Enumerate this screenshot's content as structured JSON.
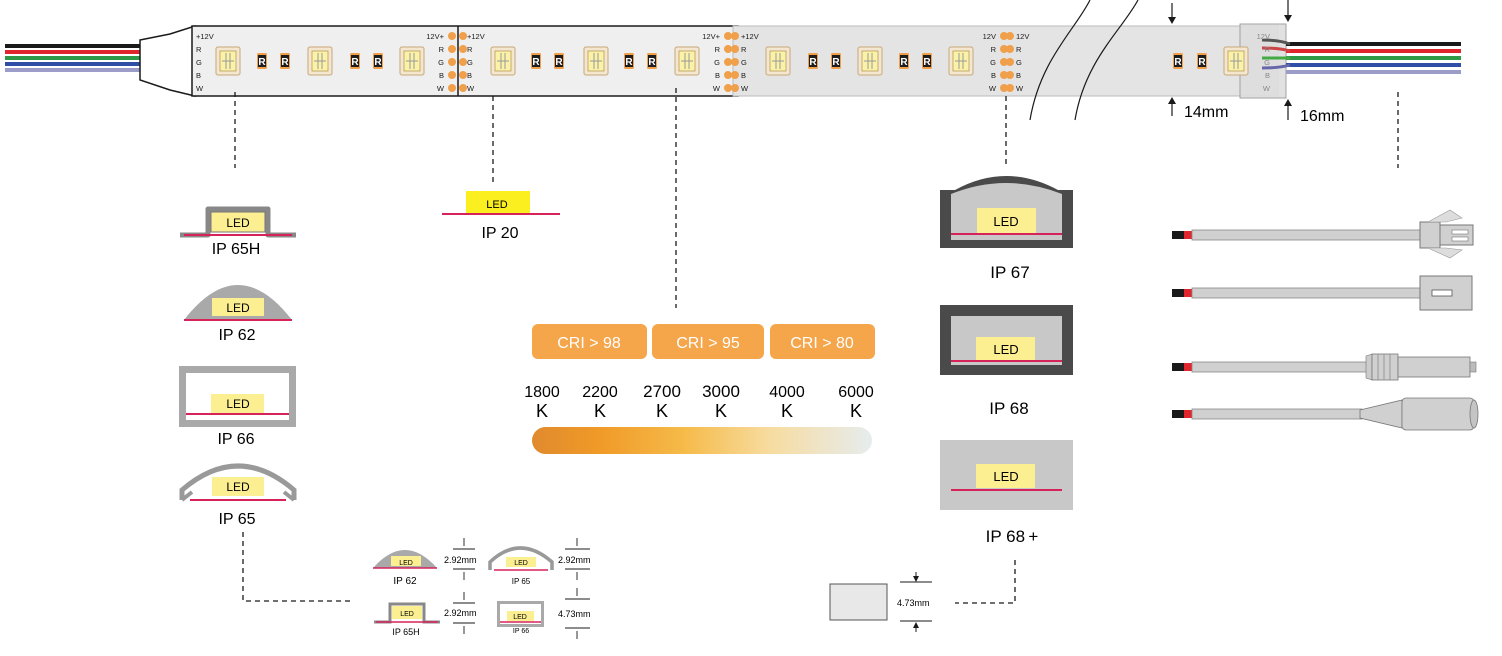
{
  "strip": {
    "pin_labels": [
      "12V",
      "R",
      "G",
      "B",
      "W"
    ],
    "pin_labels_plus": [
      "+12V",
      "R",
      "G",
      "B",
      "W"
    ],
    "pin_labels_left": [
      "12V+",
      "R",
      "G",
      "B",
      "W"
    ],
    "chip_letter": "R",
    "width_inner": "14mm",
    "width_outer": "16mm"
  },
  "colors": {
    "wire_black": "#1a1a1a",
    "wire_red": "#e0262c",
    "wire_green": "#2e9a48",
    "wire_blue": "#2f4fa6",
    "wire_white": "#9c9cc9",
    "pad_orange": "#f0a04b",
    "led_yellow": "#fbef92",
    "pcb_line": "#d6245a",
    "cri_orange": "#f5a54a",
    "gray_sleeve": "#c9c9c9",
    "dark_housing": "#4a4a4a"
  },
  "profiles_left": [
    {
      "name": "IP 65H",
      "led": "LED"
    },
    {
      "name": "IP 62",
      "led": "LED"
    },
    {
      "name": "IP 66",
      "led": "LED"
    },
    {
      "name": "IP 65",
      "led": "LED"
    }
  ],
  "ip20": {
    "name": "IP 20",
    "led": "LED"
  },
  "cri_badges": [
    "CRI > 98",
    "CRI > 95",
    "CRI > 80"
  ],
  "cct": [
    {
      "value": "1800",
      "unit": "K"
    },
    {
      "value": "2200",
      "unit": "K"
    },
    {
      "value": "2700",
      "unit": "K"
    },
    {
      "value": "3000",
      "unit": "K"
    },
    {
      "value": "4000",
      "unit": "K"
    },
    {
      "value": "6000",
      "unit": "K"
    }
  ],
  "profiles_right": [
    {
      "name": "IP 67",
      "led": "LED"
    },
    {
      "name": "IP 68",
      "led": "LED"
    },
    {
      "name": "IP 68 +",
      "led": "LED"
    }
  ],
  "small_profiles": [
    {
      "name": "IP 62",
      "led": "LED",
      "height": "2.92mm"
    },
    {
      "name": "IP 65",
      "led": "LED",
      "height": "2.92mm"
    },
    {
      "name": "IP 65H",
      "led": "LED",
      "height": "2.92mm"
    },
    {
      "name": "IP 66",
      "led": "LED",
      "height": "4.73mm"
    }
  ],
  "ip68plus_height": "4.73mm"
}
